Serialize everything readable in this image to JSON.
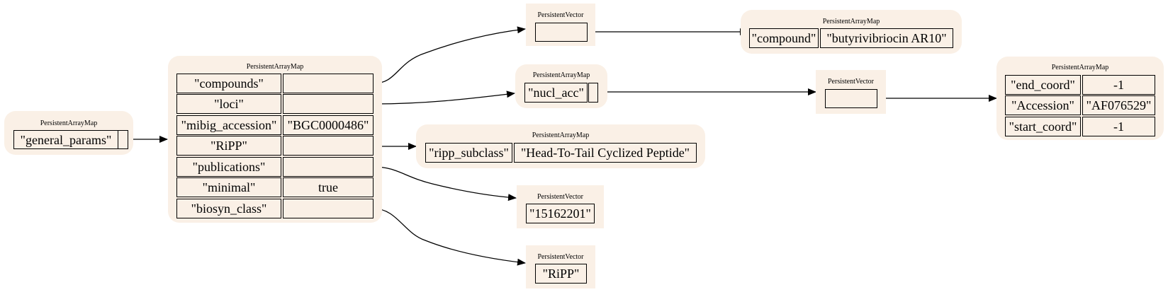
{
  "type_vector": "PersistentVector",
  "type_map": "PersistentArrayMap",
  "root": {
    "key": "\"general_params\""
  },
  "main": {
    "rows": [
      {
        "key": "\"compounds\"",
        "value": ""
      },
      {
        "key": "\"loci\"",
        "value": ""
      },
      {
        "key": "\"mibig_accession\"",
        "value": "\"BGC0000486\""
      },
      {
        "key": "\"RiPP\"",
        "value": ""
      },
      {
        "key": "\"publications\"",
        "value": ""
      },
      {
        "key": "\"minimal\"",
        "value": "true"
      },
      {
        "key": "\"biosyn_class\"",
        "value": ""
      }
    ]
  },
  "compounds_map": {
    "key": "\"compound\"",
    "value": "\"butyrivibriocin AR10\""
  },
  "loci_map": {
    "key": "\"nucl_acc\""
  },
  "ripp_map": {
    "key": "\"ripp_subclass\"",
    "value": "\"Head-To-Tail Cyclized Peptide\""
  },
  "publications_vec": {
    "item": "\"15162201\""
  },
  "biosyn_vec": {
    "item": "\"RiPP\""
  },
  "nucl_map": {
    "rows": [
      {
        "key": "\"end_coord\"",
        "value": "-1"
      },
      {
        "key": "\"Accession\"",
        "value": "\"AF076529\""
      },
      {
        "key": "\"start_coord\"",
        "value": "-1"
      }
    ]
  },
  "colors": {
    "node_fill": "#faf0e6",
    "stroke": "#000000"
  }
}
